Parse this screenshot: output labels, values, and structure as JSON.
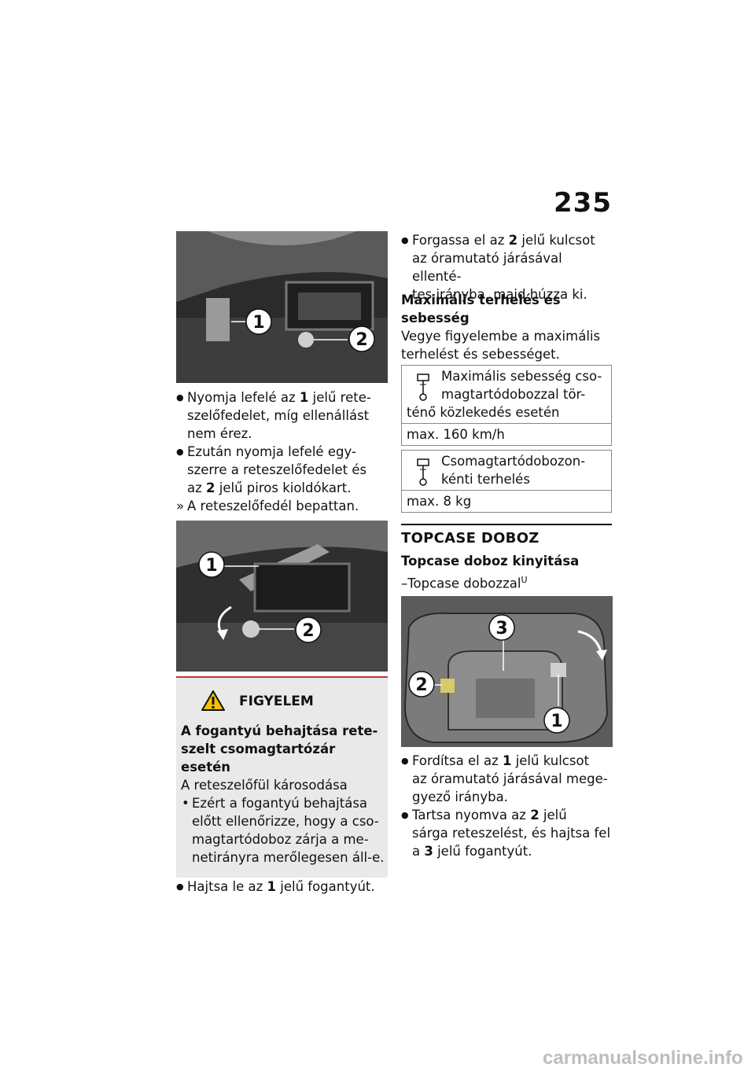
{
  "page_number": "235",
  "left": {
    "fig1": {
      "label_1": "1",
      "label_2": "2"
    },
    "step1": {
      "pre": "Nyomja lefelé az ",
      "num": "1",
      "post": " jelű rete-",
      "line2": "szelőfedelet, míg ellenállást",
      "line3": "nem érez."
    },
    "step2": {
      "line1": "Ezután nyomja lefelé egy-",
      "line2": "szerre a reteszelőfedelet és",
      "pre": "az ",
      "num": "2",
      "post": " jelű piros kioldókart."
    },
    "result": "A reteszelőfedél bepattan.",
    "fig2": {
      "label_1": "1",
      "label_2": "2"
    },
    "warning": {
      "title": "FIGYELEM",
      "heading_l1": "A fogantyú behajtása rete-",
      "heading_l2": "szelt csomagtartózár esetén",
      "subtitle": "A reteszelőfül károsodása",
      "item_l1": "Ezért a fogantyú behajtása",
      "item_l2": "előtt ellenőrizze, hogy a cso-",
      "item_l3": "magtartódoboz zárja a me-",
      "item_l4": "netirányra merőlegesen áll-e."
    },
    "step3": {
      "pre": "Hajtsa le az ",
      "num": "1",
      "post": " jelű fogantyút."
    }
  },
  "right": {
    "step1": {
      "pre": "Forgassa el az ",
      "num": "2",
      "post": " jelű kulcsot",
      "line2": "az óramutató járásával ellenté-",
      "line3": "tes irányba, majd húzza ki."
    },
    "max_heading_l1": "Maximális terhelés és",
    "max_heading_l2": "sebesség",
    "max_text_l1": "Vegye figyelembe a maximális",
    "max_text_l2": "terhelést és sebességet.",
    "table1": {
      "desc_l1": "Maximális sebesség cso-",
      "desc_l2": "magtartódobozzal tör-",
      "desc_l3": "ténő közlekedés esetén",
      "value": "max.  160 km/h"
    },
    "table2": {
      "desc_l1": "Csomagtartódobozon-",
      "desc_l2": "kénti terhelés",
      "value": "max.  8 kg"
    },
    "section_title": "TOPCASE DOBOZ",
    "sub_heading": "Topcase doboz kinyitása",
    "condition": "Topcase dobozzal",
    "condition_sup": "U",
    "fig3": {
      "label_1": "1",
      "label_2": "2",
      "label_3": "3"
    },
    "step2": {
      "pre": "Fordítsa el az ",
      "num": "1",
      "post": " jelű kulcsot",
      "line2": "az óramutató járásával mege-",
      "line3": "gyező irányba."
    },
    "step3": {
      "pre": "Tartsa nyomva az ",
      "num": "2",
      "post": " jelű",
      "line2": "sárga reteszelést, és hajtsa fel",
      "pre3": "a ",
      "num3": "3",
      "post3": " jelű fogantyút."
    }
  },
  "watermark": "carmanualsonline.info"
}
